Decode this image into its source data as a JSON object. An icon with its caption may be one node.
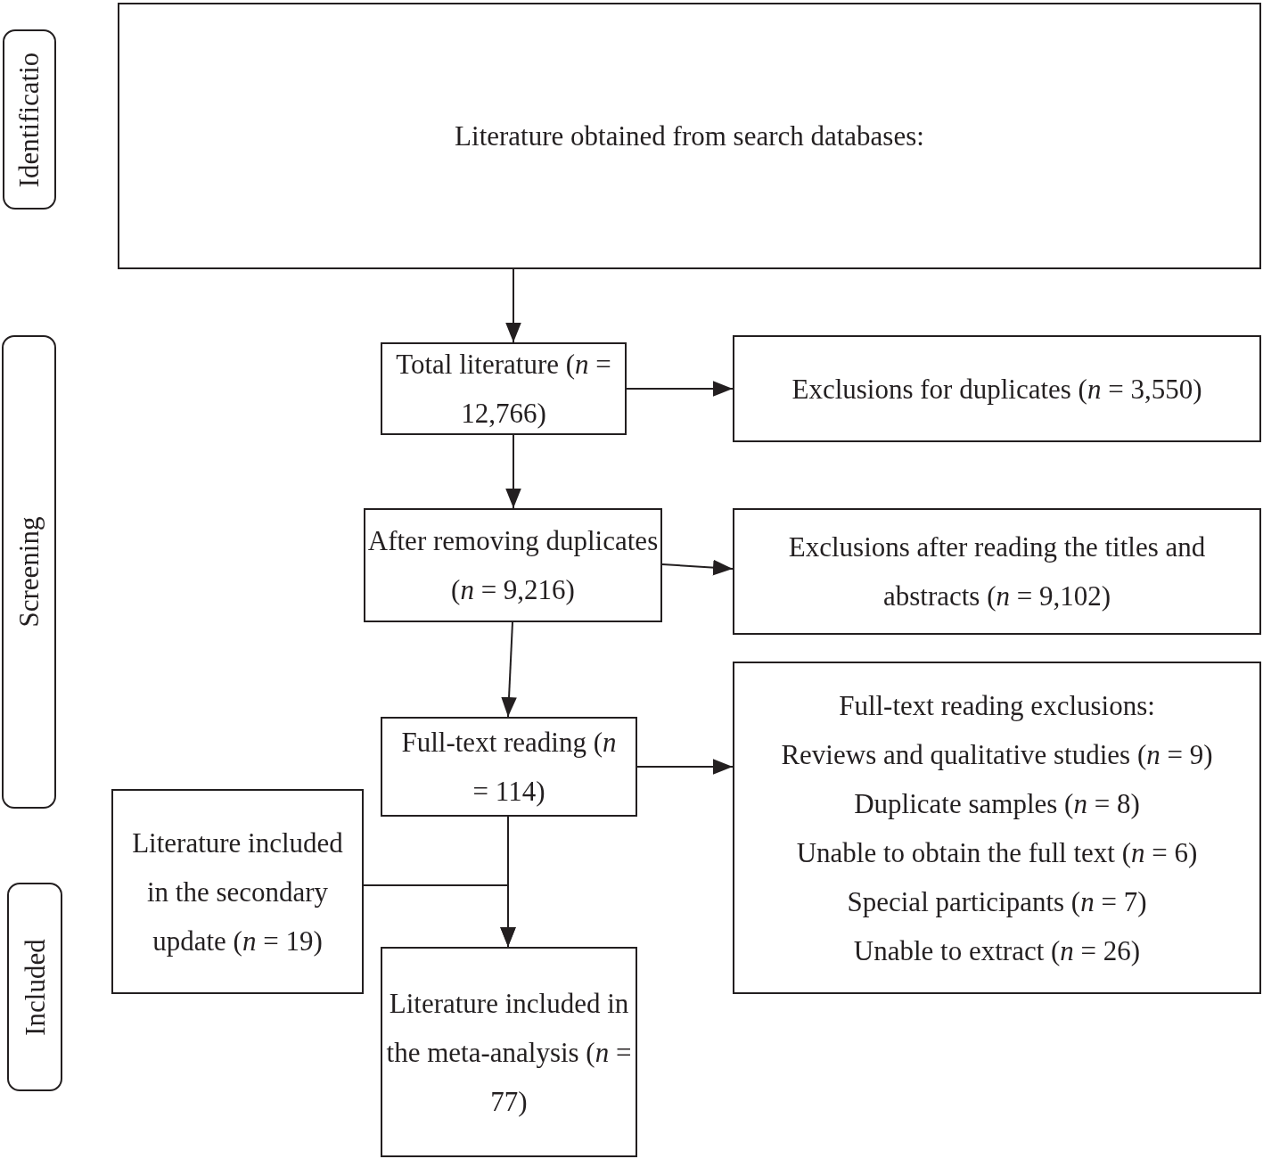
{
  "diagram": {
    "nodes": [
      {
        "text": [
          "Identificatio"
        ]
      },
      {
        "text": [
          "Literature obtained from search databases:"
        ]
      },
      {
        "text": [
          "Screening"
        ]
      },
      {
        "text": [
          "Total literature (*n* = 12,766)"
        ]
      },
      {
        "text": [
          "Exclusions for duplicates (*n* = 3,550)"
        ]
      },
      {
        "text": [
          "After removing duplicates (*n* = 9,216)"
        ]
      },
      {
        "text": [
          "Exclusions after reading the titles and abstracts (*n* = 9,102)"
        ]
      },
      {
        "text": [
          "Full-text reading (*n* = 114)"
        ]
      },
      {
        "text": [
          "Full-text reading exclusions:",
          "Reviews and qualitative studies (*n* = 9)",
          "Duplicate samples (*n* = 8)",
          "Unable to obtain the full text (*n* = 6)",
          "Special participants (*n* = 7)",
          "Unable to extract (*n* = 26)"
        ]
      },
      {
        "text": [
          "Included"
        ]
      },
      {
        "text": [
          "Literature included in the secondary update (*n* = 19)"
        ]
      },
      {
        "text": [
          "Literature included in the meta-analysis (*n* = 77)"
        ]
      }
    ],
    "edges": [
      {
        "from": 1,
        "to": 3,
        "arrow": "to"
      },
      {
        "from": 3,
        "to": 4,
        "arrow": "to"
      },
      {
        "from": 3,
        "to": 5,
        "arrow": "to"
      },
      {
        "from": 5,
        "to": 6,
        "arrow": "to"
      },
      {
        "from": 5,
        "to": 7,
        "arrow": "to"
      },
      {
        "from": 7,
        "to": 8,
        "arrow": "to"
      },
      {
        "from": 7,
        "to": 11,
        "arrow": "to"
      },
      {
        "from": 10,
        "to": 11,
        "arrow": "to"
      }
    ]
  }
}
